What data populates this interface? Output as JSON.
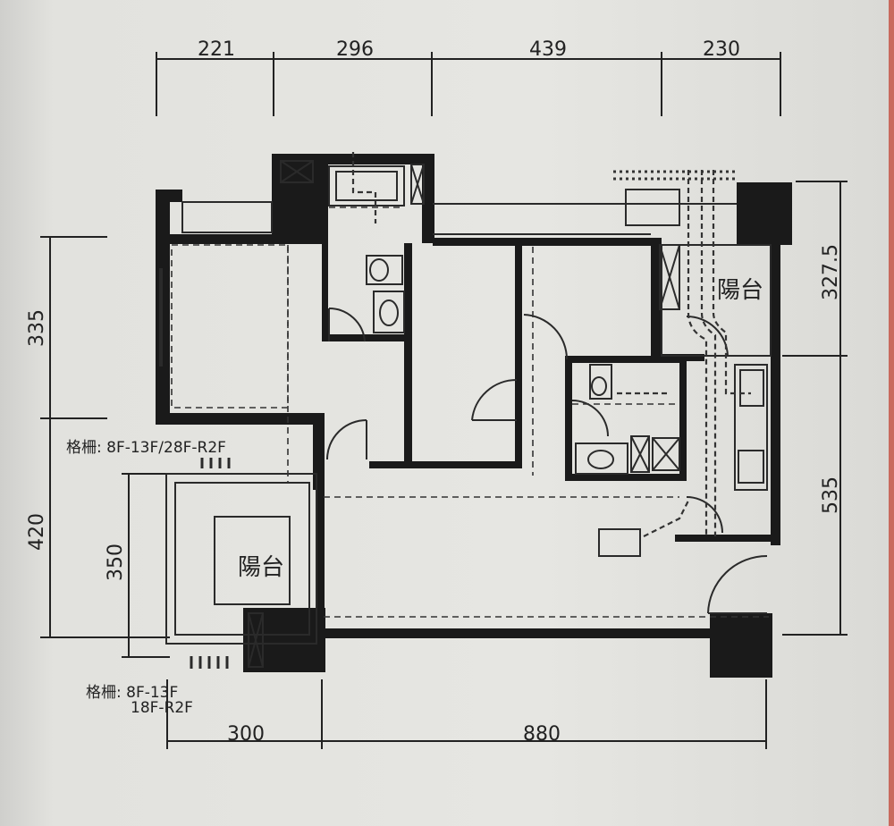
{
  "dimensions": {
    "top": [
      "221",
      "296",
      "439",
      "230"
    ],
    "bottom": [
      "300",
      "880"
    ],
    "left": [
      "335",
      "420",
      "350"
    ],
    "right": [
      "327.5",
      "535"
    ]
  },
  "rooms": {
    "balcony_east": "陽台",
    "balcony_west": "陽台"
  },
  "notes": {
    "grille_upper": "格柵: 8F-13F/28F-R2F",
    "grille_lower_line1": "格柵: 8F-13F",
    "grille_lower_line2": "18F-R2F"
  },
  "colors": {
    "wall": "#1a1a1a",
    "line": "#2a2a2a",
    "paper": "#e4e4e0",
    "edge": "#c96a5e"
  }
}
